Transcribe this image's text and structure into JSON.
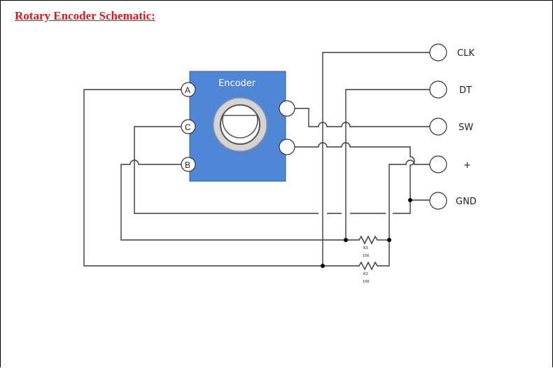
{
  "title": "Rotary Encoder Schematic:",
  "colors": {
    "title": "#e8141a",
    "encoder_body": "#4f86d6",
    "wire": "#3a3a3a"
  },
  "encoder": {
    "label": "Encoder",
    "pins": [
      "A",
      "C",
      "B"
    ]
  },
  "terminals": [
    "CLK",
    "DT",
    "SW",
    "+",
    "GND"
  ],
  "resistors": [
    {
      "ref": "R3",
      "value": "10K"
    },
    {
      "ref": "R2",
      "value": "10K"
    }
  ]
}
